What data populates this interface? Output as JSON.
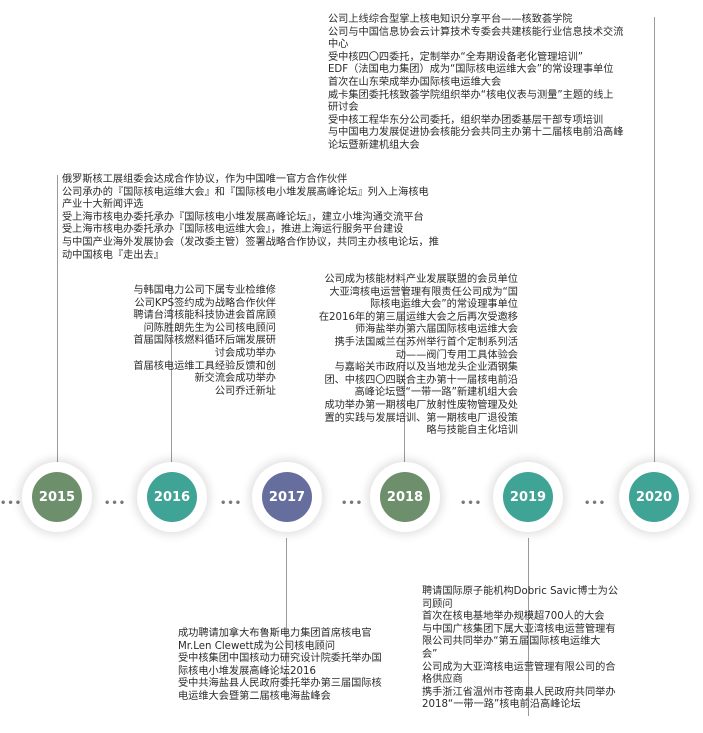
{
  "timeline": {
    "years": [
      {
        "label": "2015",
        "color": "#6e8f6c"
      },
      {
        "label": "2016",
        "color": "#3fa395"
      },
      {
        "label": "2017",
        "color": "#666e9e"
      },
      {
        "label": "2018",
        "color": "#6e8f6c"
      },
      {
        "label": "2019",
        "color": "#3fa395"
      },
      {
        "label": "2020",
        "color": "#3fa395"
      }
    ],
    "separator": "•••"
  },
  "events": {
    "y2015": [
      "俄罗斯核工展组委会达成合作协议，作为中国唯一官方合作伙伴",
      "公司承办的『国际核电运维大会』和『国际核电小堆发展高峰论坛』列入上海核电",
      "产业十大新闻评选",
      "受上海市核电办委托承办『国际核电小堆发展高峰论坛』，建立小堆沟通交流平台",
      "受上海市核电办委托承办『国际核电运维大会』，推进上海运行服务平台建设",
      "与中国产业海外发展协会（发改委主管）签署战略合作协议，共同主办核电论坛，推",
      "动中国核电『走出去』"
    ],
    "y2016": [
      "与韩国电力公司下属专业检维修",
      "公司KPS签约成为战略合作伙伴",
      "聘请台湾核能科技协进会首席顾",
      "问陈胜朗先生为公司核电顾问",
      "首届国际核燃料循环后端发展研",
      "讨会成功举办",
      "首届核电运维工具经验反馈和创",
      "新交流会成功举办",
      "公司乔迁新址"
    ],
    "y2017": [
      "成功聘请加拿大布鲁斯电力集团首席核电官",
      "Mr.Len Clewett成为公司核电顾问",
      "受中核集团中国核动力研究设计院委托举办国",
      "际核电小堆发展高峰论坛2016",
      "受中共海盐县人民政府委托举办第三届国际核",
      "电运维大会暨第二届核电海盐峰会"
    ],
    "y2018": [
      "公司成为核能材料产业发展联盟的会员单位",
      "大亚湾核电运营管理有限责任公司成为“国",
      "际核电运维大会”的常设理事单位",
      "在2016年的第三届运维大会之后再次受邀移",
      "师海盐举办第六届国际核电运维大会",
      "携手法国威兰在苏州举行首个定制系列活",
      "动——阀门专用工具体验会",
      "与嘉峪关市政府以及当地龙头企业酒钢集",
      "团、中核四〇四联合主办第十一届核电前沿",
      "高峰论坛暨“一带一路”新建机组大会",
      "成功举办第一期核电厂放射性废物管理及处",
      "置的实践与发展培训、第一期核电厂退役策",
      "略与技能自主化培训"
    ],
    "y2019": [
      "聘请国际原子能机构Dobric Savic博士为公",
      "司顾问",
      "首次在核电基地举办规模超700人的大会",
      "与中国广核集团下属大亚湾核电运营管理有",
      "限公司共同举办“第五届国际核电运维大",
      "会”",
      "公司成为大亚湾核电运营管理有限公司的合",
      "格供应商",
      "携手浙江省温州市苍南县人民政府共同举办",
      "2018“一带一路”核电前沿高峰论坛"
    ],
    "y2020": [
      "公司上线综合型掌上核电知识分享平台——核致荟学院",
      "公司与中国信息协会云计算技术专委会共建核能行业信息技术交流",
      "中心",
      "受中核四〇四委托，定制举办“全寿期设备老化管理培训”",
      "EDF（法国电力集团）成为“国际核电运维大会”的常设理事单位",
      "首次在山东荣成举办国际核电运维大会",
      "威卡集团委托核致荟学院组织举办“核电仪表与测量”主题的线上",
      "研讨会",
      "受中核工程华东分公司委托，组织举办团委基层干部专项培训",
      "与中国电力发展促进协会核能分会共同主办第十二届核电前沿高峰",
      "论坛暨新建机组大会"
    ]
  }
}
